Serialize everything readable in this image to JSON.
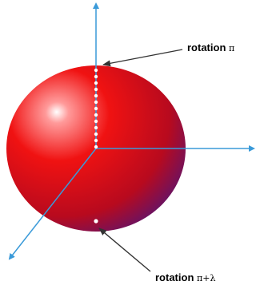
{
  "labels": {
    "top": {
      "word": "rotation",
      "symbol": "π"
    },
    "bottom": {
      "word": "rotation",
      "symbol": "π+λ"
    }
  },
  "colors": {
    "sphere_highlight": "#ff6b6b",
    "sphere_mid": "#e00d0d",
    "sphere_dark": "#6a0f5a",
    "axis": "#3a9ad9",
    "dots": "#ffffff",
    "pointer": "#333333"
  }
}
